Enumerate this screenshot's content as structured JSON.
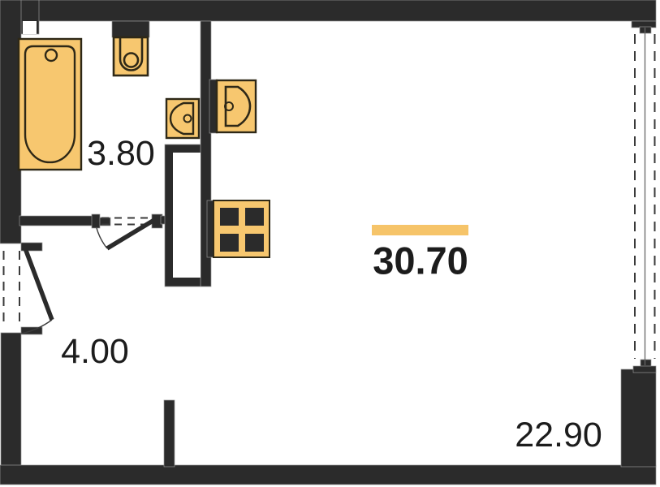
{
  "plan": {
    "type": "studio-apartment-floor-plan",
    "total_area": {
      "value": "30.70",
      "highlighted": true
    },
    "rooms": [
      {
        "name": "bathroom",
        "area": "3.80"
      },
      {
        "name": "hallway",
        "area": "4.00"
      },
      {
        "name": "living-room",
        "area": "22.90"
      }
    ],
    "fixtures": [
      {
        "name": "bathtub"
      },
      {
        "name": "toilet"
      },
      {
        "name": "wash-basin"
      },
      {
        "name": "kitchen-sink"
      },
      {
        "name": "stove"
      }
    ],
    "features": [
      {
        "name": "entrance-door"
      },
      {
        "name": "bathroom-door"
      },
      {
        "name": "window"
      },
      {
        "name": "ventilation-shaft"
      }
    ],
    "colors": {
      "background": "#ffffff",
      "wall": "#2b2b2b",
      "fixture_fill": "#f7c76f",
      "fixture_line": "#2e2817",
      "accent": "#f6c469",
      "text": "#1c1c1c",
      "window_line": "#3a3a3a"
    }
  }
}
